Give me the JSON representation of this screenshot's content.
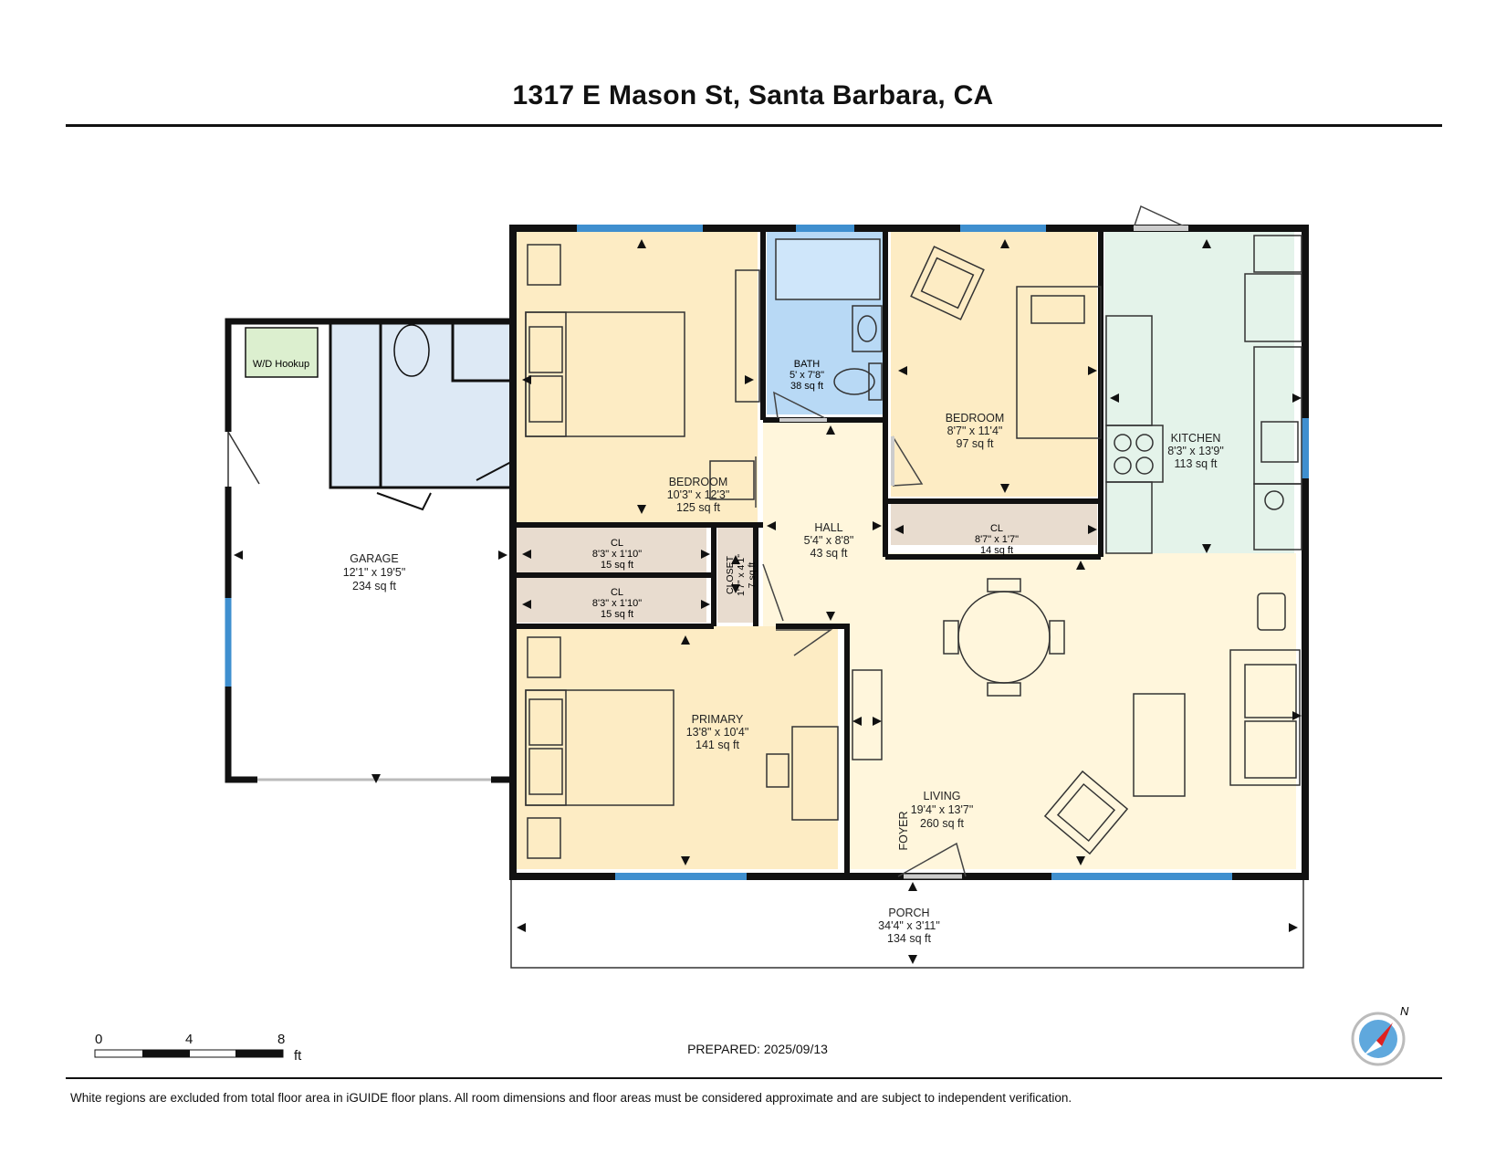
{
  "title": "1317 E Mason St, Santa Barbara, CA",
  "rooms": {
    "garage": {
      "name": "GARAGE",
      "dims": "12'1\" x 19'5\"",
      "area": "234 sq ft"
    },
    "wd": {
      "name": "W/D Hookup"
    },
    "bedroom1": {
      "name": "BEDROOM",
      "dims": "10'3\" x 12'3\"",
      "area": "125 sq ft"
    },
    "bath": {
      "name": "BATH",
      "dims": "5' x 7'8\"",
      "area": "38 sq ft"
    },
    "bedroom2": {
      "name": "BEDROOM",
      "dims": "8'7\" x 11'4\"",
      "area": "97 sq ft"
    },
    "kitchen": {
      "name": "KITCHEN",
      "dims": "8'3\" x 13'9\"",
      "area": "113 sq ft"
    },
    "hall": {
      "name": "HALL",
      "dims": "5'4\" x 8'8\"",
      "area": "43 sq ft"
    },
    "cl_top": {
      "name": "CL",
      "dims": "8'3\" x 1'10\"",
      "area": "15 sq ft"
    },
    "cl_bottom": {
      "name": "CL",
      "dims": "8'3\" x 1'10\"",
      "area": "15 sq ft"
    },
    "closet": {
      "name": "CLOSET",
      "dims": "1'7\" x 4'1\"",
      "area": "7 sq ft"
    },
    "cl_bed": {
      "name": "CL",
      "dims": "8'7\" x 1'7\"",
      "area": "14 sq ft"
    },
    "primary": {
      "name": "PRIMARY",
      "dims": "13'8\" x 10'4\"",
      "area": "141 sq ft"
    },
    "living": {
      "name": "LIVING",
      "dims": "19'4\" x 13'7\"",
      "area": "260 sq ft"
    },
    "foyer": {
      "name": "FOYER"
    },
    "porch": {
      "name": "PORCH",
      "dims": "34'4\" x 3'11\"",
      "area": "134 sq ft"
    }
  },
  "scale": {
    "zero": "0",
    "mid": "4",
    "max": "8",
    "unit": "ft"
  },
  "prepared": "PREPARED: 2025/09/13",
  "compass": "N",
  "disclaimer": "White regions are excluded from total floor area in iGUIDE floor plans. All room dimensions and floor areas must be considered approximate and are subject to independent verification.",
  "colors": {
    "bedroom": "#fdecc4",
    "bath": "#b8d9f5",
    "kitchen": "#e4f3ea",
    "closet": "#e8dccf",
    "living": "#fff6dc",
    "laundry": "#dde9f5",
    "wd": "#dcefcf",
    "window": "#3f8fcf",
    "wall": "#111111"
  }
}
